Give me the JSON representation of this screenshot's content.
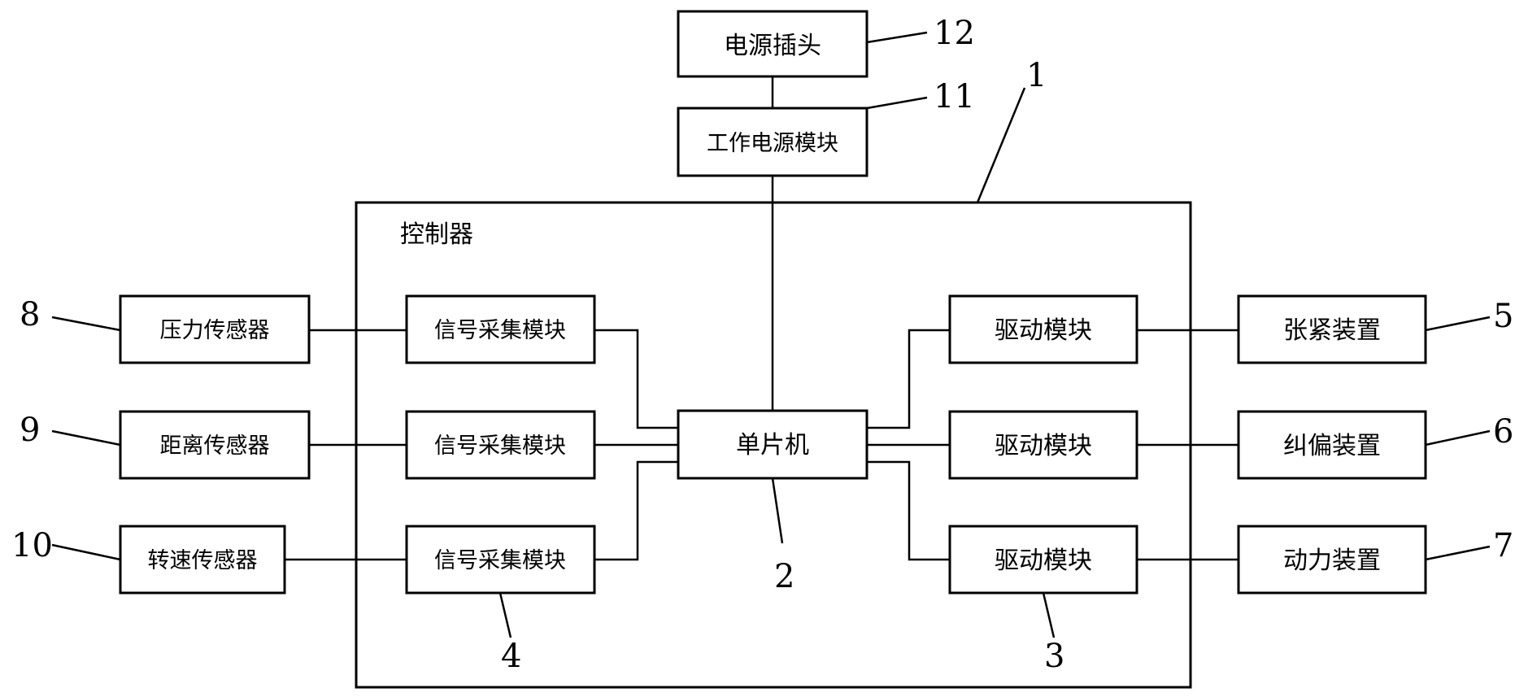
{
  "diagram": {
    "controller_label": "控制器",
    "power_plug": "电源插头",
    "power_module": "工作电源模块",
    "mcu": "单片机",
    "sensors": [
      "压力传感器",
      "距离传感器",
      "转速传感器"
    ],
    "signal_modules": [
      "信号采集模块",
      "信号采集模块",
      "信号采集模块"
    ],
    "drive_modules": [
      "驱动模块",
      "驱动模块",
      "驱动模块"
    ],
    "devices": [
      "张紧装置",
      "纠偏装置",
      "动力装置"
    ],
    "refs": {
      "controller": "1",
      "mcu": "2",
      "drive": "3",
      "signal": "4",
      "tension": "5",
      "correction": "6",
      "power_device": "7",
      "pressure": "8",
      "distance": "9",
      "speed": "10",
      "power_module": "11",
      "plug": "12"
    }
  }
}
